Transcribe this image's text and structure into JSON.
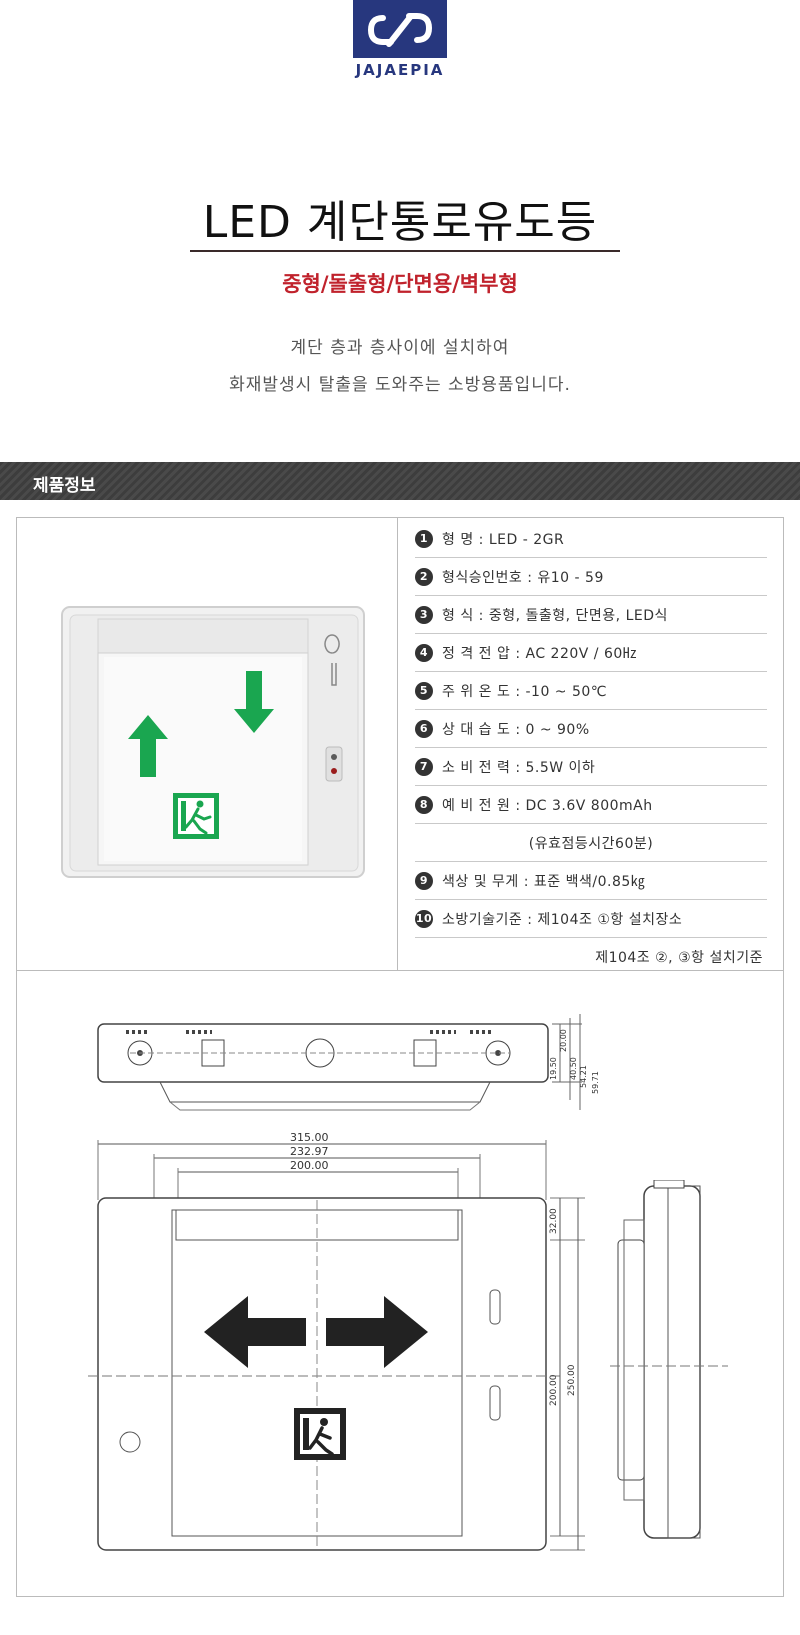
{
  "logo": {
    "text": "JAJAEPIA"
  },
  "title": "LED 계단통로유도등",
  "subtitle": "중형/돌출형/단면용/벽부형",
  "description": [
    "계단 층과 층사이에 설치하여",
    "화재발생시 탈출을 도와주는 소방용품입니다."
  ],
  "section_title": "제품정보",
  "specs": [
    {
      "num": "1",
      "text": "형 명 : LED - 2GR"
    },
    {
      "num": "2",
      "text": "형식승인번호 : 유10 - 59"
    },
    {
      "num": "3",
      "text": "형 식 : 중형, 돌출형, 단면용, LED식"
    },
    {
      "num": "4",
      "text": "정 격 전 압 : AC 220V / 60㎐"
    },
    {
      "num": "5",
      "text": "주 위 온 도 : -10 ~ 50℃"
    },
    {
      "num": "6",
      "text": "상 대 습 도 : 0 ~ 90%"
    },
    {
      "num": "7",
      "text": "소 비 전 력 : 5.5W 이하"
    },
    {
      "num": "8",
      "text": "예 비 전 원 : DC 3.6V 800mAh"
    },
    {
      "num": "",
      "text": "(유효점등시간60분)"
    },
    {
      "num": "9",
      "text": "색상 및 무게 : 표준 백색/0.85㎏"
    },
    {
      "num": "10",
      "text": "소방기술기준 : 제104조 ①항 설치장소"
    },
    {
      "num": "",
      "text": "제104조 ②, ③항 설치기준"
    }
  ],
  "dimensions": {
    "top_view": [
      "19.50",
      "20.00",
      "40.50",
      "54.21",
      "59.71"
    ],
    "front_width": [
      "315.00",
      "232.97",
      "200.00"
    ],
    "front_height": [
      "32.00",
      "200.00",
      "250.00"
    ]
  },
  "colors": {
    "logo_blue": "#27377e",
    "subtitle_red": "#c0222c",
    "sign_green": "#1aa650"
  }
}
